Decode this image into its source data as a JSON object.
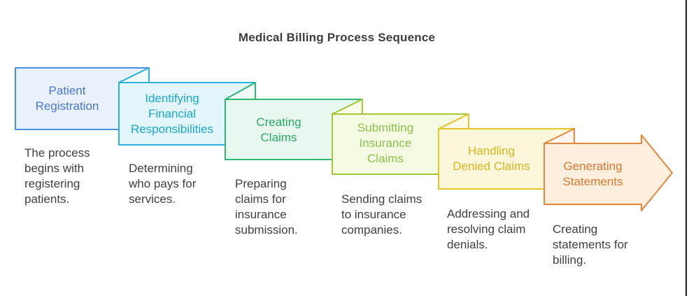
{
  "title": "Medical Billing Process Sequence",
  "steps": [
    {
      "title": "Patient\nRegistration",
      "description": "The process\nbegins with\nregistering\npatients.",
      "colors": {
        "border": "#4a90e2",
        "fill": "#e9f1fd",
        "fold_fill": "#f6fafe",
        "title_text": "#4a76d6"
      }
    },
    {
      "title": "Identifying\nFinancial\nResponsibilities",
      "description": "Determining\nwho pays for\nservices.",
      "colors": {
        "border": "#2ab3da",
        "fill": "#e2f6fc",
        "fold_fill": "#f4fbfe",
        "title_text": "#19a7cd"
      }
    },
    {
      "title": "Creating\nClaims",
      "description": "Preparing\nclaims for\ninsurance\nsubmission.",
      "colors": {
        "border": "#2eb873",
        "fill": "#e8f8f0",
        "fold_fill": "#f2fbf6",
        "title_text": "#29ab62"
      }
    },
    {
      "title": "Submitting\nInsurance\nClaims",
      "description": "Sending claims\nto insurance\ncompanies.",
      "colors": {
        "border": "#a4c737",
        "fill": "#f5fae2",
        "fold_fill": "#fafce9",
        "title_text": "#8bc34a"
      }
    },
    {
      "title": "Handling\nDenied Claims",
      "description": "Addressing and\nresolving claim\ndenials.",
      "colors": {
        "border": "#e4c62b",
        "fill": "#fcf7da",
        "fold_fill": "#fefbea",
        "title_text": "#dcb51c"
      }
    },
    {
      "title": "Generating\nStatements",
      "description": "Creating\nstatements for\nbilling.",
      "colors": {
        "border": "#e2883c",
        "fill": "#fdeedd",
        "fold_fill": "#fef6ee",
        "title_text": "#e1762f"
      }
    }
  ],
  "desc_text_color": "#404042",
  "title_text_color": "#3d3d3d"
}
